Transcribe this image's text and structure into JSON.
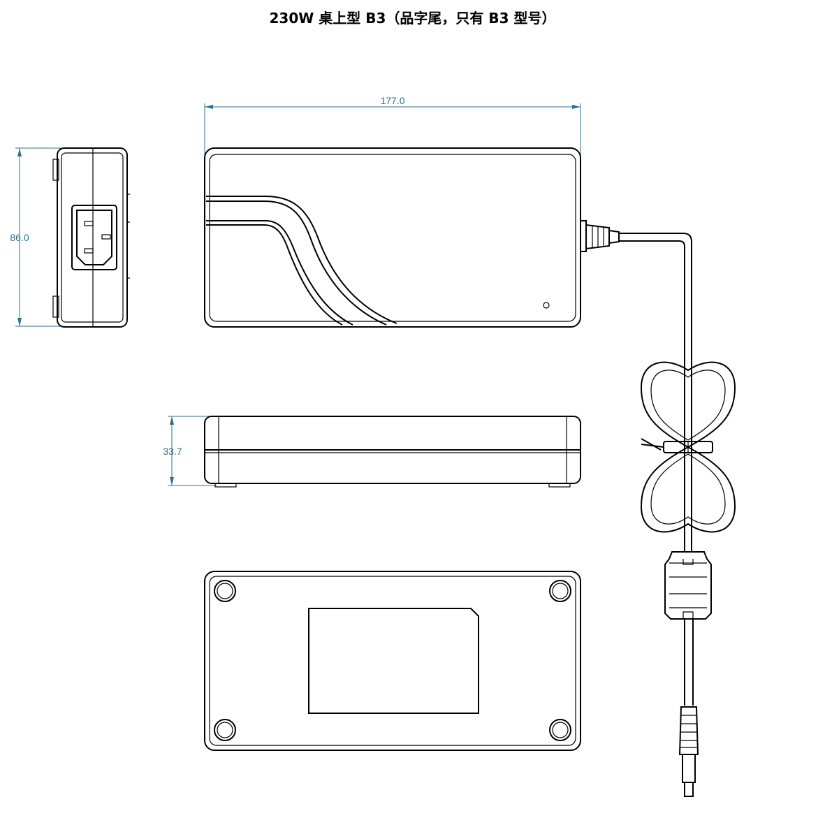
{
  "title": "230W 桌上型 B3（品字尾，只有 B3 型号）",
  "dimensions": {
    "length": "177.0",
    "width": "86.0",
    "height": "33.7"
  },
  "colors": {
    "line": "#000000",
    "dimension": "#2f6f8f"
  }
}
